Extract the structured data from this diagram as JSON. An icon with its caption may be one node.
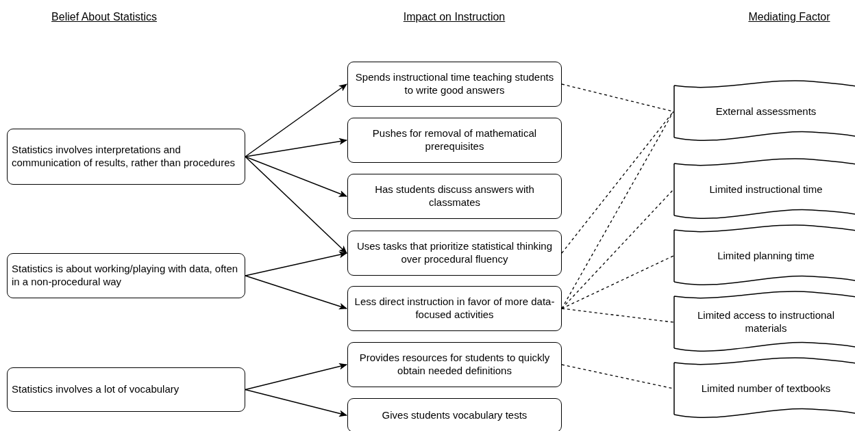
{
  "diagram": {
    "nodes": [
      {
        "text": [
          "Statistics involves interpretations and communication of results, rather than procedures"
        ]
      },
      {
        "text": [
          "Statistics is about working/playing with data, often in a non-procedural way"
        ]
      },
      {
        "text": [
          "Statistics involves a lot of vocabulary"
        ]
      },
      {
        "text": [
          "Spends instructional time teaching students to write good answers"
        ]
      },
      {
        "text": [
          "Pushes for removal of mathematical prerequisites"
        ]
      },
      {
        "text": [
          "Has students discuss answers with classmates"
        ]
      },
      {
        "text": [
          "Uses tasks that prioritize statistical thinking over procedural fluency"
        ]
      },
      {
        "text": [
          "Less direct instruction in favor of more data-focused activities"
        ]
      },
      {
        "text": [
          "Provides resources for students to quickly obtain needed definitions"
        ]
      },
      {
        "text": [
          "Gives students vocabulary tests"
        ]
      },
      {
        "text": [
          "External assessments"
        ]
      },
      {
        "text": [
          "Limited instructional time"
        ]
      },
      {
        "text": [
          "Limited planning time"
        ]
      },
      {
        "text": [
          "Limited access to instructional materials"
        ]
      },
      {
        "text": [
          "Limited number of textbooks"
        ]
      }
    ],
    "edges": [
      {
        "from": 0,
        "to": 3,
        "arrow": "to"
      },
      {
        "from": 0,
        "to": 4,
        "arrow": "to"
      },
      {
        "from": 0,
        "to": 5,
        "arrow": "to"
      },
      {
        "from": 0,
        "to": 6,
        "arrow": "to"
      },
      {
        "from": 1,
        "to": 6,
        "arrow": "to"
      },
      {
        "from": 1,
        "to": 7,
        "arrow": "to"
      },
      {
        "from": 2,
        "to": 8,
        "arrow": "to"
      },
      {
        "from": 2,
        "to": 9,
        "arrow": "to"
      },
      {
        "from": 3,
        "to": 10,
        "arrow": "none",
        "style": "dashed"
      },
      {
        "from": 6,
        "to": 10,
        "arrow": "none",
        "style": "dashed"
      },
      {
        "from": 7,
        "to": 10,
        "arrow": "none",
        "style": "dashed"
      },
      {
        "from": 7,
        "to": 11,
        "arrow": "none",
        "style": "dashed"
      },
      {
        "from": 7,
        "to": 12,
        "arrow": "none",
        "style": "dashed"
      },
      {
        "from": 7,
        "to": 13,
        "arrow": "none",
        "style": "dashed"
      },
      {
        "from": 8,
        "to": 14,
        "arrow": "none",
        "style": "dashed"
      }
    ],
    "labels": [
      "Belief About Statistics",
      "Impact on Instruction",
      "Mediating Factor"
    ]
  }
}
